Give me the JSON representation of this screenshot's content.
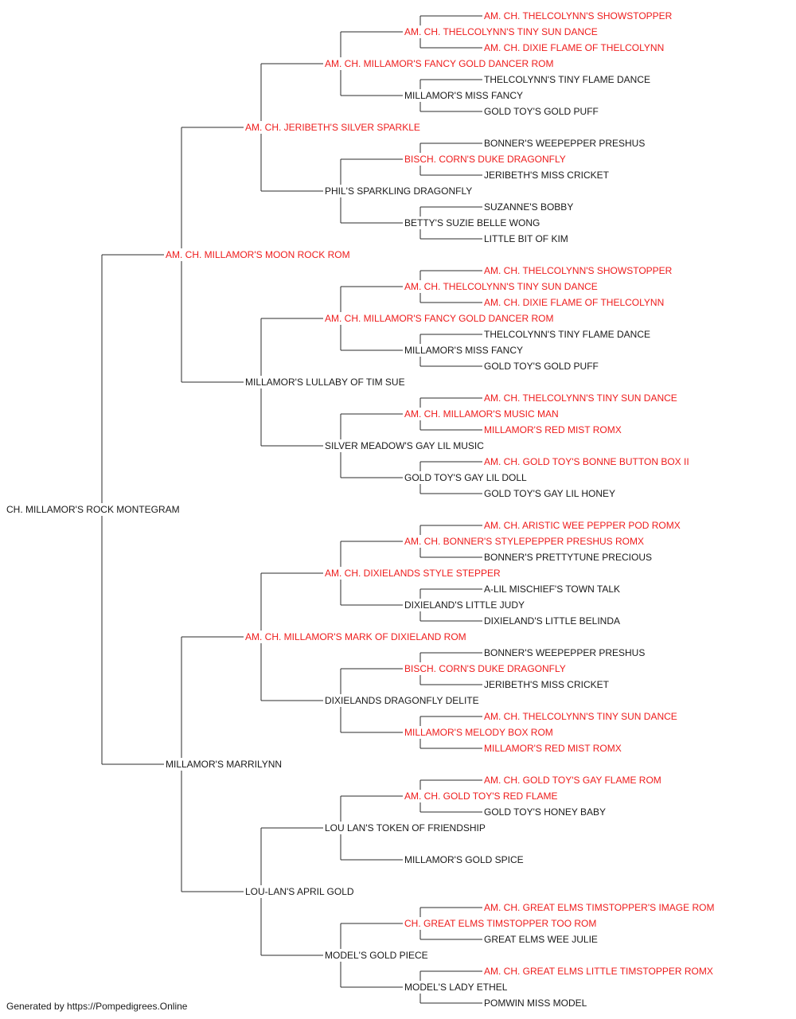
{
  "colors": {
    "champion": "#ee1c1c",
    "regular": "#1a1a1a",
    "line": "#2b2b2b"
  },
  "pedigree": {
    "name": "CH. MILLAMOR'S ROCK MONTEGRAM",
    "champion": false,
    "sire": {
      "name": "AM. CH. MILLAMOR'S MOON ROCK ROM",
      "champion": true,
      "sire": {
        "name": "AM. CH. JERIBETH'S SILVER SPARKLE",
        "champion": true,
        "sire": {
          "name": "AM. CH. MILLAMOR'S FANCY GOLD DANCER ROM",
          "champion": true,
          "sire": {
            "name": "AM. CH. THELCOLYNN'S TINY SUN DANCE",
            "champion": true,
            "sire": {
              "name": "AM. CH. THELCOLYNN'S SHOWSTOPPER",
              "champion": true
            },
            "dam": {
              "name": "AM. CH. DIXIE FLAME OF THELCOLYNN",
              "champion": true
            }
          },
          "dam": {
            "name": "MILLAMOR'S MISS FANCY",
            "champion": false,
            "sire": {
              "name": "THELCOLYNN'S TINY FLAME DANCE",
              "champion": false
            },
            "dam": {
              "name": "GOLD TOY'S GOLD PUFF",
              "champion": false
            }
          }
        },
        "dam": {
          "name": "PHIL'S SPARKLING DRAGONFLY",
          "champion": false,
          "sire": {
            "name": "BISCH. CORN'S DUKE DRAGONFLY",
            "champion": true,
            "sire": {
              "name": "BONNER'S WEEPEPPER PRESHUS",
              "champion": false
            },
            "dam": {
              "name": "JERIBETH'S MISS CRICKET",
              "champion": false
            }
          },
          "dam": {
            "name": "BETTY'S SUZIE BELLE WONG",
            "champion": false,
            "sire": {
              "name": "SUZANNE'S BOBBY",
              "champion": false
            },
            "dam": {
              "name": "LITTLE BIT OF KIM",
              "champion": false
            }
          }
        }
      },
      "dam": {
        "name": "MILLAMOR'S LULLABY OF TIM SUE",
        "champion": false,
        "sire": {
          "name": "AM. CH. MILLAMOR'S FANCY GOLD DANCER ROM",
          "champion": true,
          "sire": {
            "name": "AM. CH. THELCOLYNN'S TINY SUN DANCE",
            "champion": true,
            "sire": {
              "name": "AM. CH. THELCOLYNN'S SHOWSTOPPER",
              "champion": true
            },
            "dam": {
              "name": "AM. CH. DIXIE FLAME OF THELCOLYNN",
              "champion": true
            }
          },
          "dam": {
            "name": "MILLAMOR'S MISS FANCY",
            "champion": false,
            "sire": {
              "name": "THELCOLYNN'S TINY FLAME DANCE",
              "champion": false
            },
            "dam": {
              "name": "GOLD TOY'S GOLD PUFF",
              "champion": false
            }
          }
        },
        "dam": {
          "name": "SILVER MEADOW'S GAY LIL MUSIC",
          "champion": false,
          "sire": {
            "name": "AM. CH. MILLAMOR'S MUSIC MAN",
            "champion": true,
            "sire": {
              "name": "AM. CH. THELCOLYNN'S TINY SUN DANCE",
              "champion": true
            },
            "dam": {
              "name": "MILLAMOR'S RED MIST ROMX",
              "champion": true
            }
          },
          "dam": {
            "name": "GOLD TOY'S GAY LIL DOLL",
            "champion": false,
            "sire": {
              "name": "AM. CH. GOLD TOY'S BONNE BUTTON BOX II",
              "champion": true
            },
            "dam": {
              "name": "GOLD TOY'S GAY LIL HONEY",
              "champion": false
            }
          }
        }
      }
    },
    "dam": {
      "name": "MILLAMOR'S MARRILYNN",
      "champion": false,
      "sire": {
        "name": "AM. CH. MILLAMOR'S MARK OF DIXIELAND ROM",
        "champion": true,
        "sire": {
          "name": "AM. CH. DIXIELANDS STYLE STEPPER",
          "champion": true,
          "sire": {
            "name": "AM. CH. BONNER'S STYLEPEPPER PRESHUS ROMX",
            "champion": true,
            "sire": {
              "name": "AM. CH. ARISTIC WEE PEPPER POD ROMX",
              "champion": true
            },
            "dam": {
              "name": "BONNER'S PRETTYTUNE PRECIOUS",
              "champion": false
            }
          },
          "dam": {
            "name": "DIXIELAND'S LITTLE JUDY",
            "champion": false,
            "sire": {
              "name": "A-LIL MISCHIEF'S TOWN TALK",
              "champion": false
            },
            "dam": {
              "name": "DIXIELAND'S LITTLE BELINDA",
              "champion": false
            }
          }
        },
        "dam": {
          "name": "DIXIELANDS DRAGONFLY DELITE",
          "champion": false,
          "sire": {
            "name": "BISCH. CORN'S DUKE DRAGONFLY",
            "champion": true,
            "sire": {
              "name": "BONNER'S WEEPEPPER PRESHUS",
              "champion": false
            },
            "dam": {
              "name": "JERIBETH'S MISS CRICKET",
              "champion": false
            }
          },
          "dam": {
            "name": "MILLAMOR'S MELODY BOX ROM",
            "champion": true,
            "sire": {
              "name": "AM. CH. THELCOLYNN'S TINY SUN DANCE",
              "champion": true
            },
            "dam": {
              "name": "MILLAMOR'S RED MIST ROMX",
              "champion": true
            }
          }
        }
      },
      "dam": {
        "name": "LOU-LAN'S APRIL GOLD",
        "champion": false,
        "sire": {
          "name": "LOU LAN'S TOKEN OF FRIENDSHIP",
          "champion": false,
          "sire": {
            "name": "AM. CH. GOLD TOY'S RED FLAME",
            "champion": true,
            "sire": {
              "name": "AM. CH. GOLD TOY'S GAY FLAME ROM",
              "champion": true
            },
            "dam": {
              "name": "GOLD TOY'S HONEY BABY",
              "champion": false
            }
          },
          "dam": {
            "name": "MILLAMOR'S GOLD SPICE",
            "champion": false
          }
        },
        "dam": {
          "name": "MODEL'S GOLD PIECE",
          "champion": false,
          "sire": {
            "name": "CH. GREAT ELMS TIMSTOPPER TOO ROM",
            "champion": true,
            "sire": {
              "name": "AM. CH. GREAT ELMS TIMSTOPPER'S IMAGE ROM",
              "champion": true
            },
            "dam": {
              "name": "GREAT ELMS WEE JULIE",
              "champion": false
            }
          },
          "dam": {
            "name": "MODEL'S LADY ETHEL",
            "champion": false,
            "sire": {
              "name": "AM. CH. GREAT ELMS LITTLE TIMSTOPPER ROMX",
              "champion": true
            },
            "dam": {
              "name": "POMWIN MISS MODEL",
              "champion": false
            }
          }
        }
      }
    }
  },
  "footer": {
    "text": "Generated by https://Pompedigrees.Online"
  }
}
